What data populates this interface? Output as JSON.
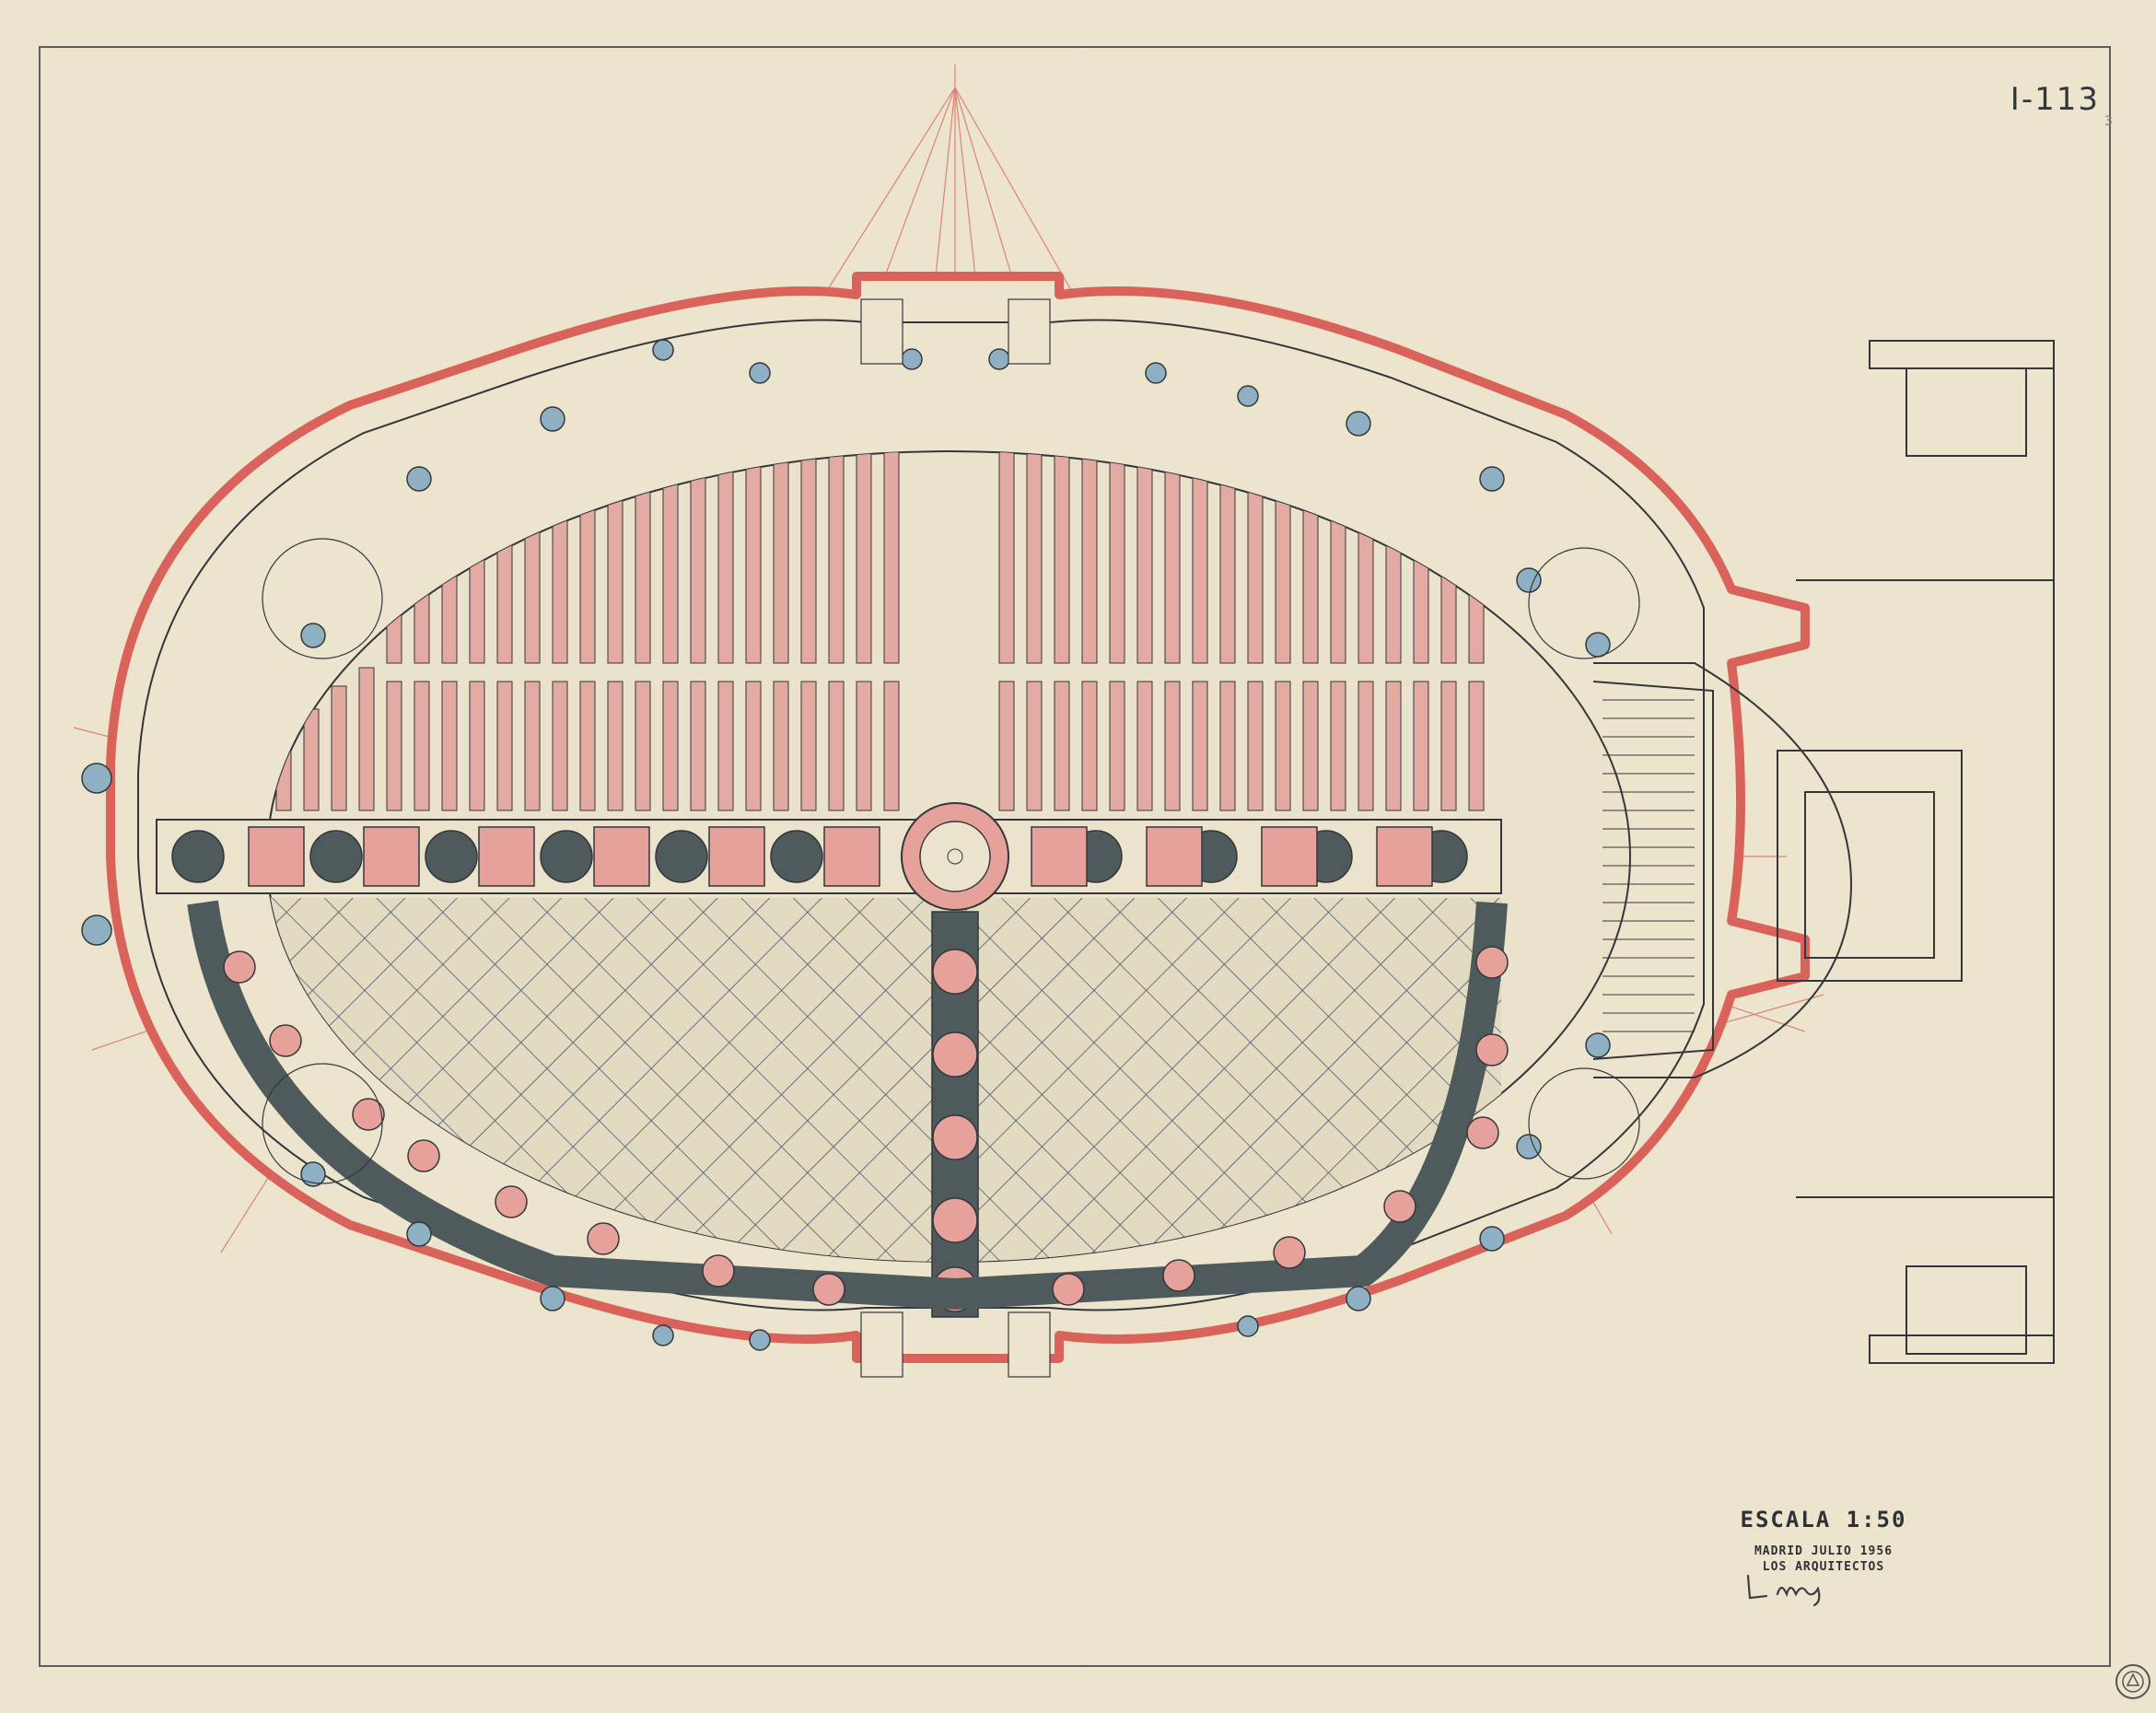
{
  "sheet": {
    "number": "I-113",
    "corner_mark": "3"
  },
  "legend": {
    "scale": "ESCALA 1:50",
    "date": "MADRID JULIO 1956",
    "architects": "LOS ARQUITECTOS"
  },
  "colors": {
    "paper": "#ece4cd",
    "ink": "#33373c",
    "red_pencil": "#d9625a",
    "pink_fill": "#e6a19a",
    "dark_fill": "#4e5a5c",
    "blue_column": "#8fb0c2"
  },
  "icons": {
    "signature": "signature-scribble",
    "seal": "archive-seal-icon"
  }
}
